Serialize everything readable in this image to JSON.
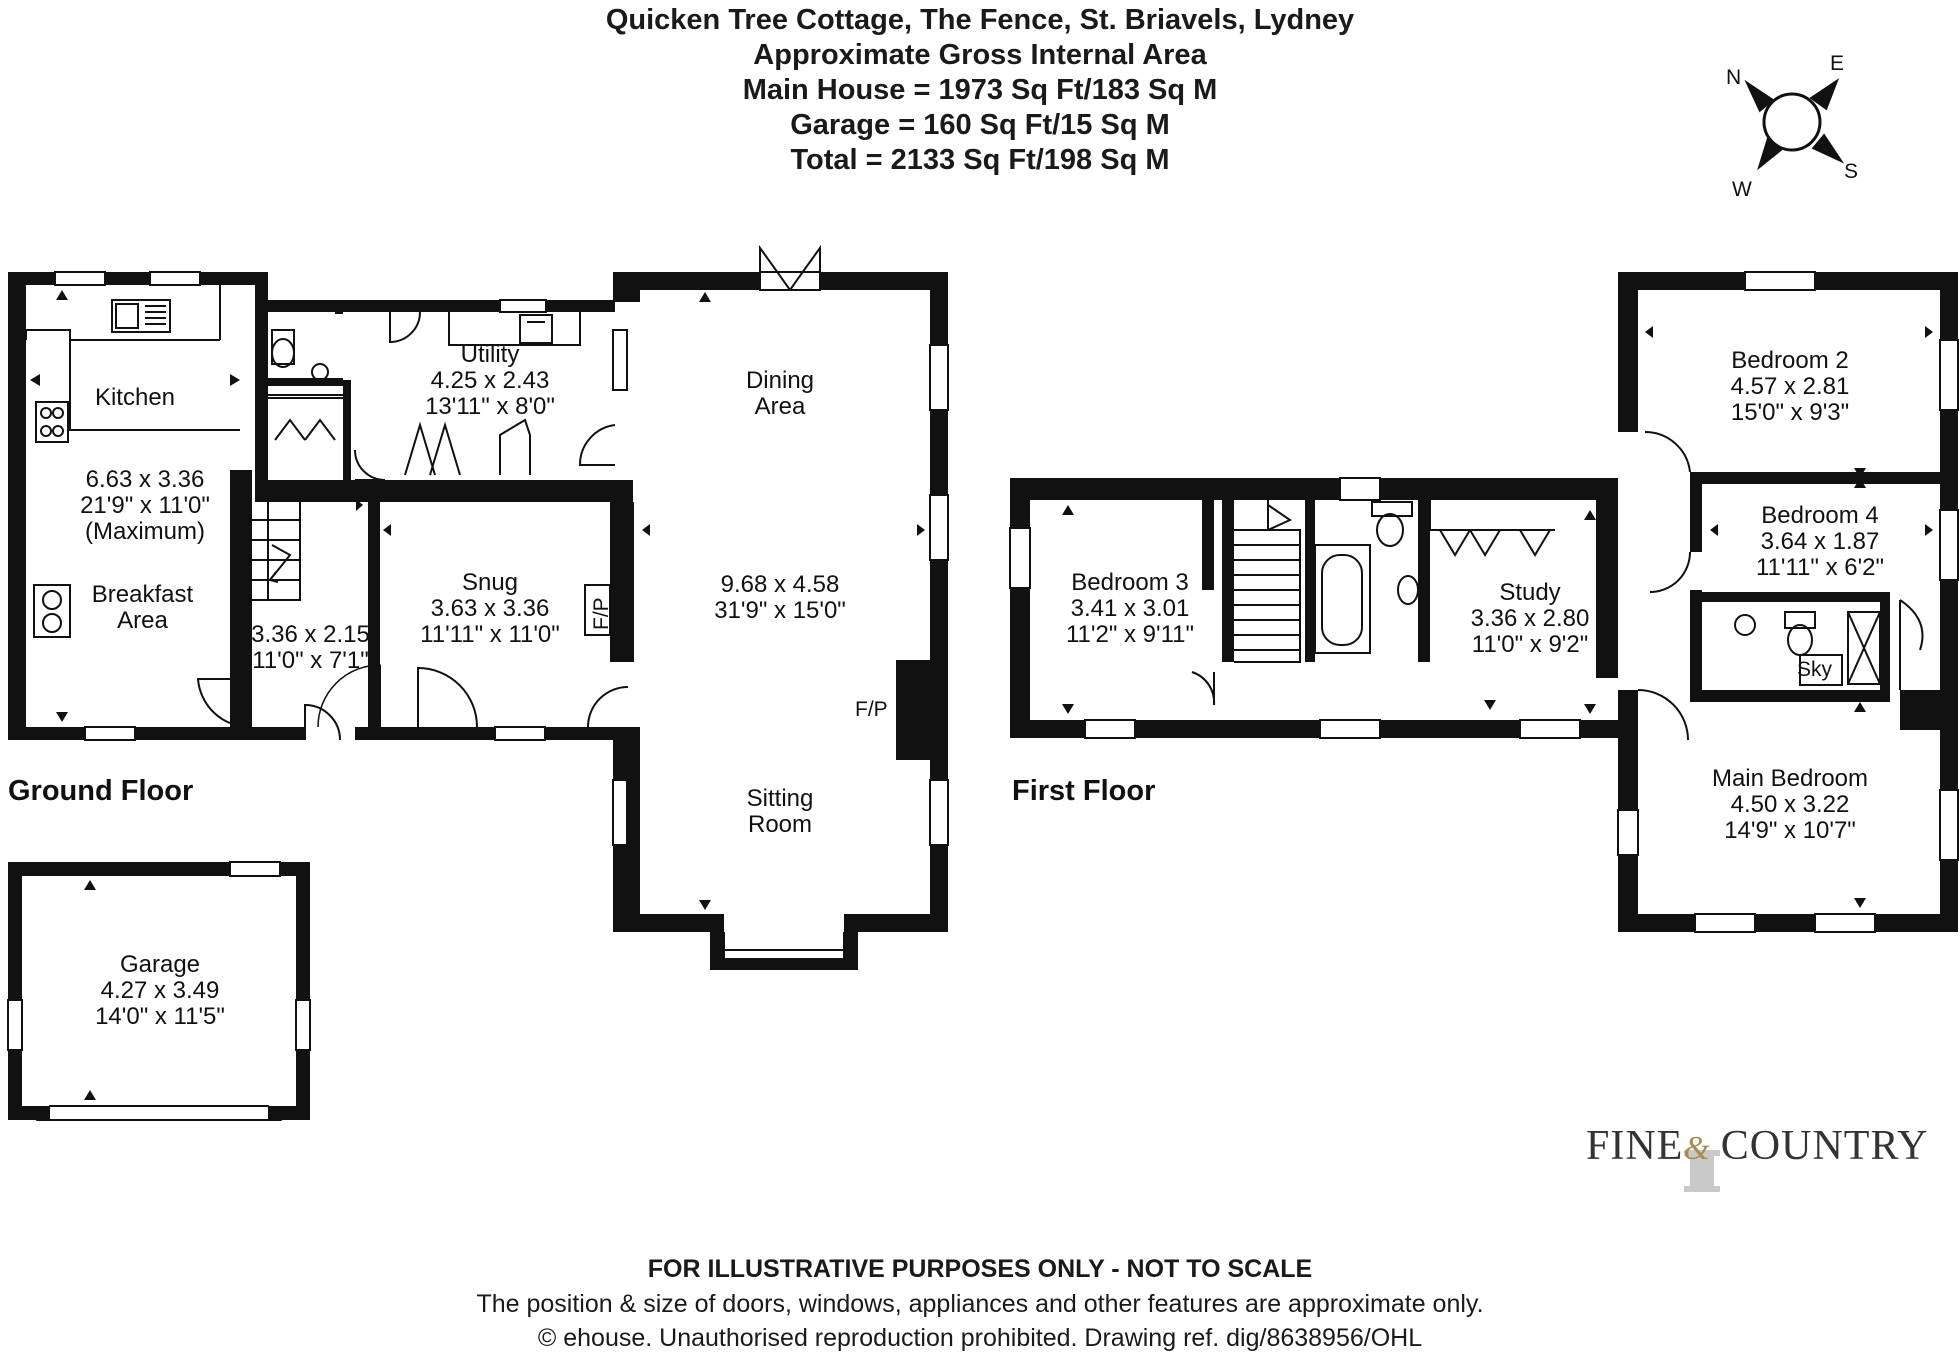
{
  "header": {
    "title": "Quicken Tree Cottage, The Fence, St. Briavels, Lydney",
    "line2": "Approximate Gross Internal Area",
    "line3": "Main House = 1973 Sq Ft/183 Sq M",
    "line4": "Garage = 160 Sq Ft/15 Sq M",
    "line5": "Total = 2133 Sq Ft/198 Sq M"
  },
  "compass": {
    "n": "N",
    "e": "E",
    "s": "S",
    "w": "W"
  },
  "floors": {
    "ground": "Ground Floor",
    "first": "First Floor"
  },
  "rooms": {
    "kitchen": {
      "name": "Kitchen",
      "metric": "6.63 x 3.36",
      "imperial": "21'9\" x 11'0\"",
      "note": "(Maximum)"
    },
    "breakfast": {
      "name": "Breakfast",
      "name2": "Area"
    },
    "utility": {
      "name": "Utility",
      "metric": "4.25 x 2.43",
      "imperial": "13'11\" x 8'0\""
    },
    "hall": {
      "metric": "3.36 x 2.15",
      "imperial": "11'0\" x 7'1\""
    },
    "snug": {
      "name": "Snug",
      "metric": "3.63 x 3.36",
      "imperial": "11'11\" x 11'0\""
    },
    "dining": {
      "name": "Dining",
      "name2": "Area"
    },
    "sitting_main": {
      "metric": "9.68 x 4.58",
      "imperial": "31'9\" x 15'0\""
    },
    "sitting": {
      "name": "Sitting",
      "name2": "Room"
    },
    "garage": {
      "name": "Garage",
      "metric": "4.27 x 3.49",
      "imperial": "14'0\" x 11'5\""
    },
    "bedroom3": {
      "name": "Bedroom 3",
      "metric": "3.41 x 3.01",
      "imperial": "11'2\" x 9'11\""
    },
    "study": {
      "name": "Study",
      "metric": "3.36 x 2.80",
      "imperial": "11'0\" x 9'2\""
    },
    "bedroom2": {
      "name": "Bedroom 2",
      "metric": "4.57 x 2.81",
      "imperial": "15'0\" x 9'3\""
    },
    "bedroom4": {
      "name": "Bedroom 4",
      "metric": "3.64 x 1.87",
      "imperial": "11'11\" x 6'2\""
    },
    "main_bedroom": {
      "name": "Main Bedroom",
      "metric": "4.50 x 3.22",
      "imperial": "14'9\" x 10'7\""
    }
  },
  "labels": {
    "fp": "F/P",
    "sky": "Sky"
  },
  "footer": {
    "line1": "FOR ILLUSTRATIVE PURPOSES ONLY - NOT TO SCALE",
    "line2": "The position & size of doors, windows, appliances and other features are approximate only.",
    "line3": "© ehouse. Unauthorised reproduction prohibited. Drawing ref. dig/8638956/OHL"
  },
  "brand": {
    "part1": "FINE",
    "amp": "&",
    "part2": "COUNTRY"
  },
  "colors": {
    "wall": "#111111",
    "brand_gold": "#a88b4e"
  }
}
